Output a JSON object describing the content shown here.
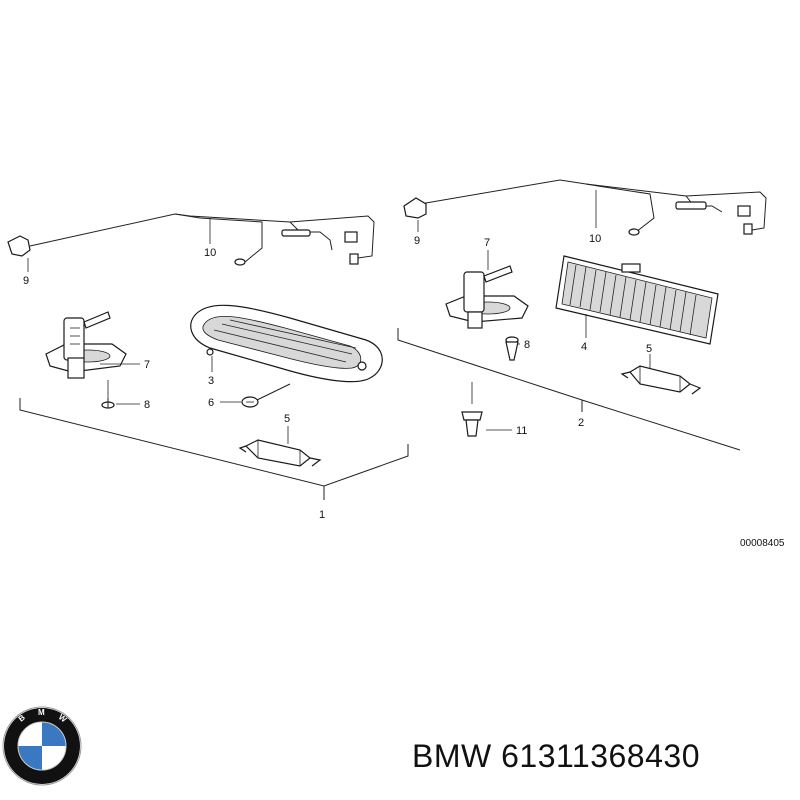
{
  "diagram": {
    "callouts": {
      "c1": "1",
      "c2": "2",
      "c3": "3",
      "c4": "4",
      "c5a": "5",
      "c5b": "5",
      "c6": "6",
      "c7a": "7",
      "c7b": "7",
      "c8a": "8",
      "c8b": "8",
      "c9a": "9",
      "c9b": "9",
      "c10a": "10",
      "c10b": "10",
      "c11": "11"
    },
    "reference_code": "00008405"
  },
  "brand": {
    "logo_letters": "BMW",
    "logo_colors": {
      "ring": "#111111",
      "blue": "#3a78c2",
      "white": "#ffffff"
    }
  },
  "caption": {
    "text": "BMW 61311368430"
  }
}
